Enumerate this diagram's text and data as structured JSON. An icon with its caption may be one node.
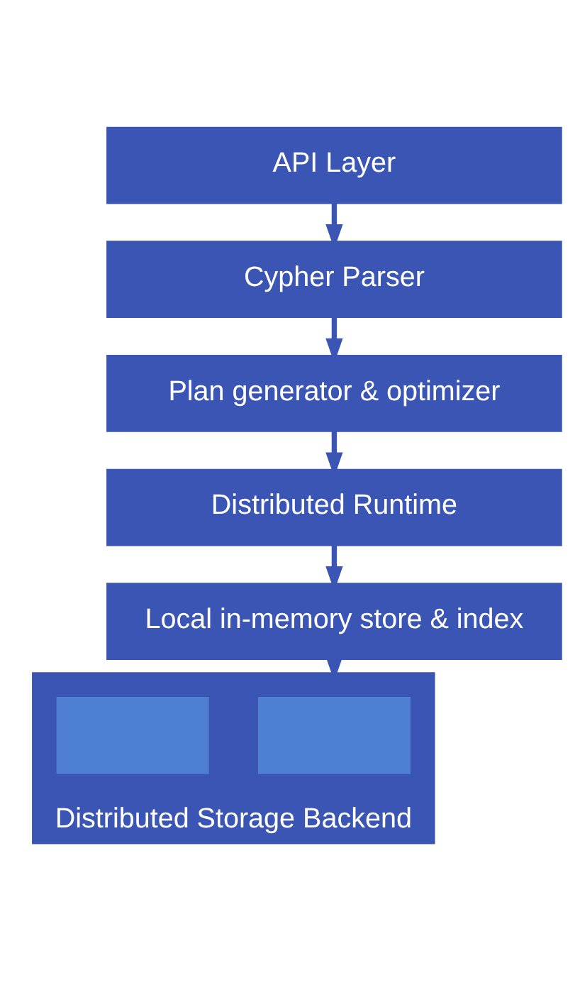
{
  "diagram": {
    "nodes": [
      {
        "text": [
          "API Layer"
        ]
      },
      {
        "text": [
          "Cypher Parser"
        ]
      },
      {
        "text": [
          "Plan generator & optimizer"
        ]
      },
      {
        "text": [
          "Distributed Runtime"
        ]
      },
      {
        "text": [
          "Local in-memory store & index"
        ]
      },
      {
        "text": [
          "Distributed Storage Backend"
        ]
      },
      {
        "text": [],
        "shape": "box",
        "in": 5
      },
      {
        "text": [],
        "shape": "box",
        "in": 5
      }
    ],
    "edges": [
      {
        "from": 0,
        "to": 1,
        "arrow": "to"
      },
      {
        "from": 1,
        "to": 2,
        "arrow": "to"
      },
      {
        "from": 2,
        "to": 3,
        "arrow": "to"
      },
      {
        "from": 3,
        "to": 4,
        "arrow": "to"
      },
      {
        "from": 4,
        "to": 5,
        "arrow": "to"
      }
    ]
  }
}
